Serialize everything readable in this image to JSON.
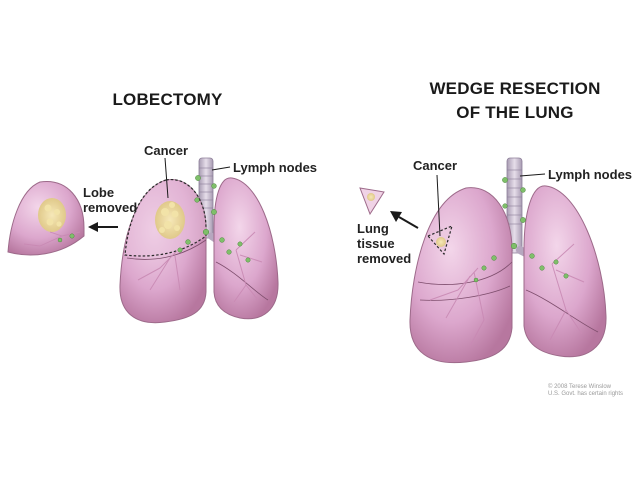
{
  "left_panel": {
    "title": "LOBECTOMY",
    "label_cancer": "Cancer",
    "label_lymph_nodes": "Lymph nodes",
    "label_lobe_removed_line1": "Lobe",
    "label_lobe_removed_line2": "removed"
  },
  "right_panel": {
    "title_line1": "WEDGE RESECTION",
    "title_line2": "OF THE LUNG",
    "label_cancer": "Cancer",
    "label_lymph_nodes": "Lymph nodes",
    "label_tissue_removed_line1": "Lung",
    "label_tissue_removed_line2": "tissue",
    "label_tissue_removed_line3": "removed"
  },
  "credit": {
    "line1": "© 2008 Terese Winslow",
    "line2": "U.S. Govt. has certain rights"
  },
  "colors": {
    "lung_fill": "#dca7cd",
    "lung_shadow": "#b7779f",
    "tumor": "#ead79a",
    "lymph_node": "#7fbf6a",
    "trachea": "#c2b7c9",
    "text": "#1a1a1a"
  }
}
